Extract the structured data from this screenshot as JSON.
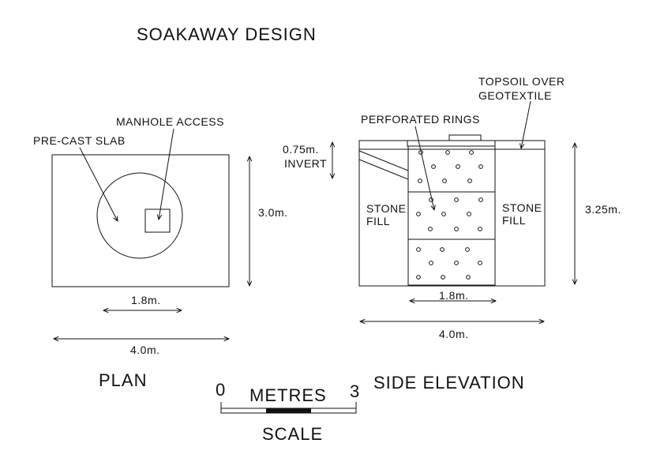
{
  "title": "SOAKAWAY DESIGN",
  "plan": {
    "caption": "PLAN",
    "label_slab": "PRE-CAST SLAB",
    "label_manhole": "MANHOLE ACCESS",
    "dim_height": "3.0m.",
    "dim_ring": "1.8m.",
    "dim_width": "4.0m."
  },
  "elevation": {
    "caption": "SIDE ELEVATION",
    "label_topsoil_1": "TOPSOIL OVER",
    "label_topsoil_2": "GEOTEXTILE",
    "label_rings": "PERFORATED RINGS",
    "label_invert_1": "0.75m.",
    "label_invert_2": "INVERT",
    "stone_left_1": "STONE",
    "stone_left_2": "FILL",
    "stone_right_1": "STONE",
    "stone_right_2": "FILL",
    "dim_height": "3.25m.",
    "dim_ring": "1.8m.",
    "dim_width": "4.0m."
  },
  "scale": {
    "start": "0",
    "unit": "METRES",
    "end": "3",
    "caption": "SCALE"
  }
}
